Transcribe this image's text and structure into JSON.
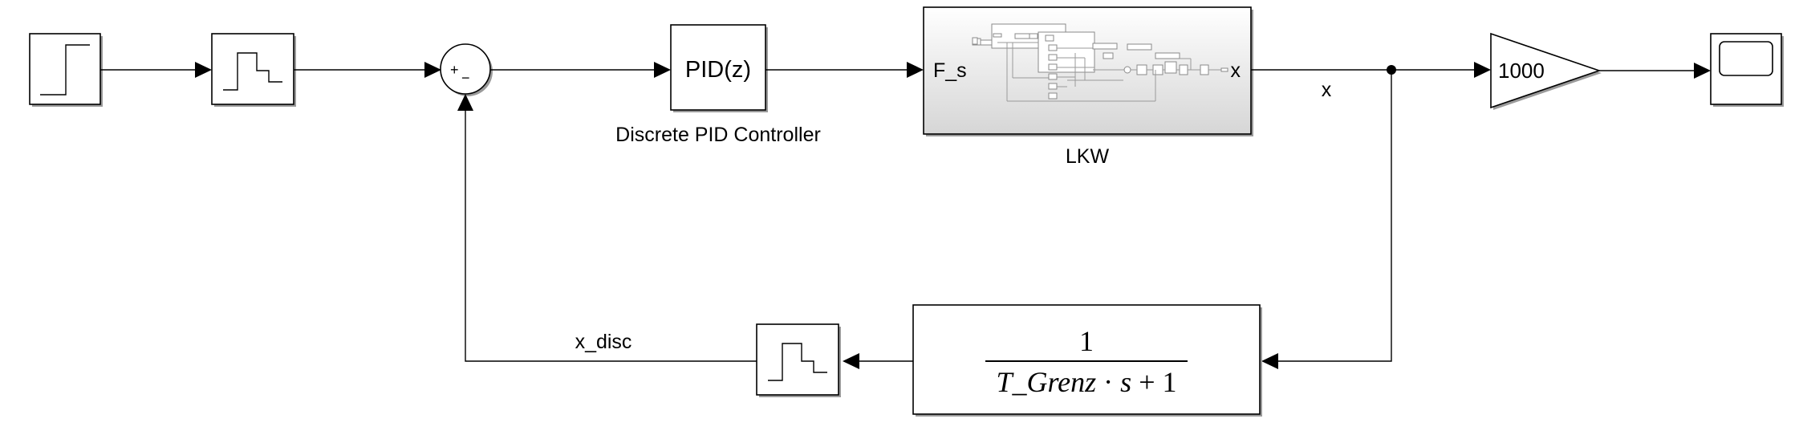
{
  "blocks": {
    "pid": {
      "text": "PID(z)",
      "label": "Discrete PID Controller"
    },
    "subsystem": {
      "label": "LKW",
      "in_port": "F_s",
      "out_port": "x"
    },
    "gain": {
      "text": "1000"
    },
    "transfer_fn": {
      "numerator": "1",
      "denominator_var": "T_Grenz",
      "denominator_op": " · ",
      "denominator_s": "s",
      "denominator_tail": " + 1"
    },
    "sum": {
      "plus": "+",
      "minus": "−"
    }
  },
  "signals": {
    "x": "x",
    "x_disc": "x_disc"
  },
  "colors": {
    "line": "#000000",
    "block_fill": "#ffffff",
    "subsystem_gradient_top": "#ffffff",
    "subsystem_gradient_bottom": "#dcdcdc"
  }
}
